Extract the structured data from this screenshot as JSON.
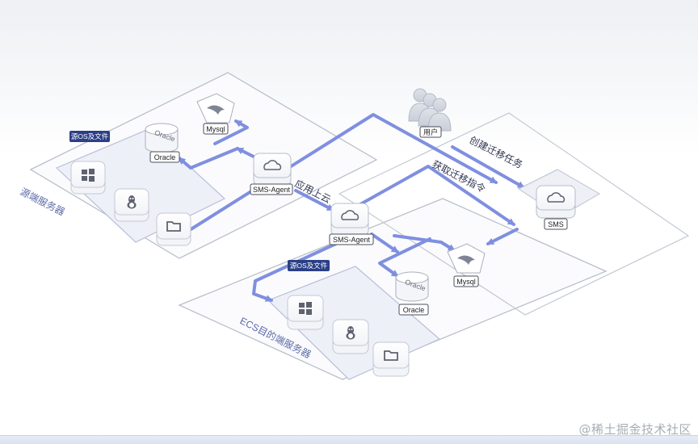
{
  "source_server_label": "源端服务器",
  "target_server_label": "ECS目的端服务器",
  "source_files_tag": "源OS及文件",
  "target_files_tag": "源OS及文件",
  "user_label": "用户",
  "create_task_label": "创建迁移任务",
  "get_instructions_label": "获取迁移指令",
  "migrate_label": "应用上云",
  "sms_agent_source": "SMS-Agent",
  "sms_agent_target": "SMS-Agent",
  "sms_label": "SMS",
  "source_oracle_label": "Oracle",
  "source_oracle_cyl": "Oracle",
  "source_mysql_label": "Mysql",
  "target_oracle_label": "Oracle",
  "target_oracle_cyl": "Oracle",
  "target_mysql_label": "Mysql",
  "watermark": "@稀土掘金技术社区",
  "colors": {
    "flow_line": "#7f8fe0",
    "tag_bg": "#2b3f86",
    "platform_stroke": "#b9c0cc",
    "node_fill": "#ffffff"
  }
}
